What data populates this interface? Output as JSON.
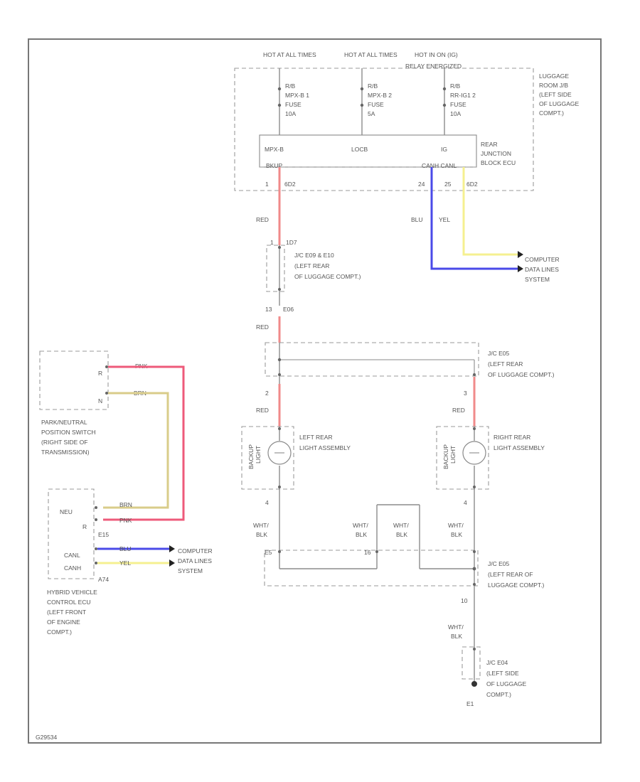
{
  "colors": {
    "wire_red": "#f08a8a",
    "wire_pink": "#ee5a7a",
    "wire_brown": "#d9cc8a",
    "wire_blue": "#4a4ae8",
    "wire_yellow": "#f5f090",
    "wire_gray": "#8c8c8c",
    "line": "#8a8a8a"
  },
  "labels": {
    "hot1": "HOT AT ALL TIMES",
    "hot2": "HOT AT ALL TIMES",
    "hot3": "HOT IN ON (IG)",
    "hot3b": "RELAY ENERGIZED",
    "f1a": "R/B",
    "f1b": "MPX-B 1",
    "f1c": "FUSE",
    "f1d": "10A",
    "f2a": "R/B",
    "f2b": "MPX-B 2",
    "f2c": "FUSE",
    "f2d": "5A",
    "f3a": "R/B",
    "f3b": "RR-IG1 2",
    "f3c": "FUSE",
    "f3d": "10A",
    "jb1": "LUGGAGE",
    "jb2": "ROOM J/B",
    "jb3": "(LEFT SIDE",
    "jb4": "OF LUGGAGE",
    "jb5": "COMPT.)",
    "ecu_mpxb": "MPX-B",
    "ecu_locb": "LOCB",
    "ecu_ig": "IG",
    "ecu_bkup": "BKUP",
    "ecu_canh": "CANH CANL",
    "ecu_a1": "REAR",
    "ecu_a2": "JUNCTION",
    "ecu_a3": "BLOCK ECU",
    "pin_top1": "1",
    "pin_top1b": "6D2",
    "pin_24": "24",
    "pin_25": "25",
    "pin_6d2": "6D2",
    "wire_red1": "RED",
    "wire_blu": "BLU",
    "wire_yel": "YEL",
    "comp1a": "COMPUTER",
    "comp1b": "DATA LINES",
    "comp1c": "SYSTEM",
    "jc1pin": "1",
    "jc1pin2": "1D7",
    "jc1a": "J/C E09 & E10",
    "jc1b": "(LEFT REAR",
    "jc1c": "OF LUGGAGE COMPT.)",
    "pin_13": "13",
    "pin_e06": "E06",
    "wire_red2": "RED",
    "jc2a": "J/C E05",
    "jc2b": "(LEFT REAR",
    "jc2c": "OF LUGGAGE COMPT.)",
    "pin_2": "2",
    "pin_3": "3",
    "wire_red3": "RED",
    "wire_red4": "RED",
    "lrear1": "LEFT REAR",
    "lrear2": "LIGHT ASSEMBLY",
    "rrear1": "RIGHT REAR",
    "rrear2": "LIGHT ASSEMBLY",
    "bkup1": "BACKUP",
    "bkup2": "LIGHT",
    "pin_4a": "4",
    "pin_4b": "4",
    "wht1": "WHT/",
    "blk1": "BLK",
    "wht2": "WHT/",
    "blk2": "BLK",
    "wht3": "WHT/",
    "blk3": "BLK",
    "wht4": "WHT/",
    "blk4": "BLK",
    "pin_e5": "E5",
    "pin_16": "16",
    "jc3a": "J/C E05",
    "jc3b": "(LEFT REAR OF",
    "jc3c": "LUGGAGE COMPT.)",
    "pin_10": "10",
    "wht5": "WHT/",
    "blk5": "BLK",
    "jc4a": "J/C E04",
    "jc4b": "(LEFT SIDE",
    "jc4c": "OF LUGGAGE",
    "jc4d": "COMPT.)",
    "gnd": "E1",
    "pns_pin_r": "R",
    "pns_pin_n": "N",
    "pns_pink": "PNK",
    "pns_brn": "BRN",
    "pns1": "PARK/NEUTRAL",
    "pns2": "POSITION SWITCH",
    "pns3": "(RIGHT SIDE OF",
    "pns4": "TRANSMISSION)",
    "hv_neu": "NEU",
    "hv_r": "R",
    "hv_e15": "E15",
    "hv_canl": "CANL",
    "hv_canh": "CANH",
    "hv_a74": "A74",
    "hv_brn": "BRN",
    "hv_pnk": "PNK",
    "hv_blu": "BLU",
    "hv_yel": "YEL",
    "comp2a": "COMPUTER",
    "comp2b": "DATA LINES",
    "comp2c": "SYSTEM",
    "hv1": "HYBRID VEHICLE",
    "hv2": "CONTROL ECU",
    "hv3": "(LEFT FRONT",
    "hv4": "OF ENGINE",
    "hv5": "COMPT.)",
    "figid": "G29534"
  }
}
